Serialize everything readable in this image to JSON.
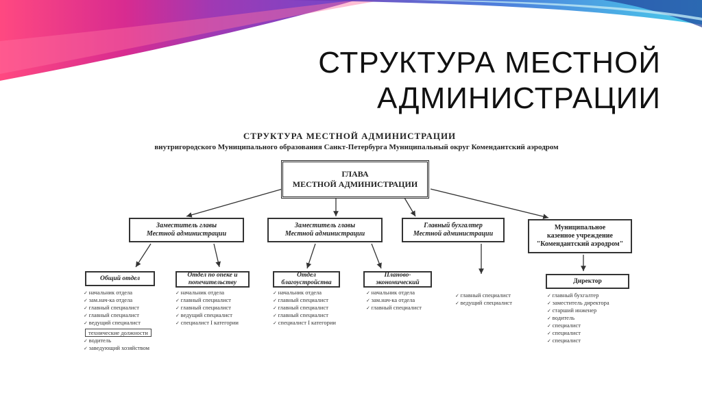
{
  "slide": {
    "title_line1": "СТРУКТУРА МЕСТНОЙ",
    "title_line2": "АДМИНИСТРАЦИИ"
  },
  "colors": {
    "banner_pink": "#e8307a",
    "banner_magenta": "#c0157f",
    "banner_purple": "#8a2ba8",
    "banner_blue": "#2f7ad8",
    "banner_cyan": "#36c4e6"
  },
  "diagram": {
    "title": "СТРУКТУРА МЕСТНОЙ АДМИНИСТРАЦИИ",
    "subtitle": "внутригородского Муниципального образования Санкт-Петербурга Муниципальный округ Комендантский аэродром",
    "head": {
      "line1": "ГЛАВА",
      "line2": "МЕСТНОЙ АДМИНИСТРАЦИИ"
    },
    "level2": [
      {
        "line1": "Заместитель главы",
        "line2": "Местной администрации"
      },
      {
        "line1": "Заместитель главы",
        "line2": "Местной администрации"
      },
      {
        "line1": "Главный бухгалтер",
        "line2": "Местной администрации"
      },
      {
        "line1": "Муниципальное",
        "line2": "казенное учреждение",
        "line3": "\"Комендантский аэродром\""
      }
    ],
    "departments": [
      {
        "line1": "Общий отдел",
        "items": [
          "начальник отдела",
          "зам.нач-ка отдела",
          "главный специалист",
          "главный специалист",
          "ведущий специалист"
        ]
      },
      {
        "line1": "Отдел по опеке и",
        "line2": "попечительству",
        "items": [
          "начальник отдела",
          "главный специалист",
          "главный специалист",
          "ведущий специалист",
          "специалист I категории"
        ]
      },
      {
        "line1": "Отдел",
        "line2": "благоустройства",
        "items": [
          "начальник отдела",
          "главный специалист",
          "главный специалист",
          "главный специалист",
          "специалист I категории"
        ]
      },
      {
        "line1": "Планово-",
        "line2": "экономический",
        "items": [
          "начальник отдела",
          "зам.нач-ка отдела",
          "главный специалист"
        ]
      }
    ],
    "tech": {
      "label": "технические должности",
      "items": [
        "водитель",
        "заведующий хозяйством"
      ]
    },
    "accountant_staff": [
      "главный специалист",
      "ведущий специалист"
    ],
    "director": {
      "label": "Директор",
      "items": [
        "главный бухгалтер",
        "заместитель директора",
        "старший инженер",
        "водитель",
        "специалист",
        "специалист",
        "специалист"
      ]
    }
  }
}
